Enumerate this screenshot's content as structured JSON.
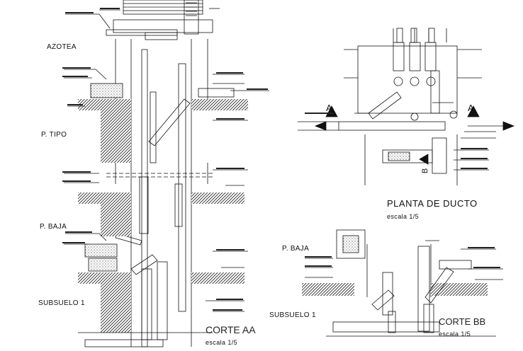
{
  "corte_aa": {
    "levels": {
      "azotea": "AZOTEA",
      "p_tipo": "P. TIPO",
      "p_baja": "P. BAJA",
      "subsuelo": "SUBSUELO 1"
    },
    "title": "CORTE AA",
    "scale": "escala   1/5"
  },
  "planta": {
    "title": "PLANTA DE DUCTO",
    "scale": "escala   1/5",
    "cut_marks": {
      "left": "A",
      "right": "A",
      "bottom": "B"
    }
  },
  "corte_bb": {
    "levels": {
      "p_baja": "P. BAJA",
      "subsuelo": "SUBSUELO 1"
    },
    "title": "CORTE BB",
    "scale": "escala   1/5"
  },
  "colors": {
    "ink": "#111111",
    "hatch": "#1a1a1a",
    "paper": "#ffffff"
  }
}
